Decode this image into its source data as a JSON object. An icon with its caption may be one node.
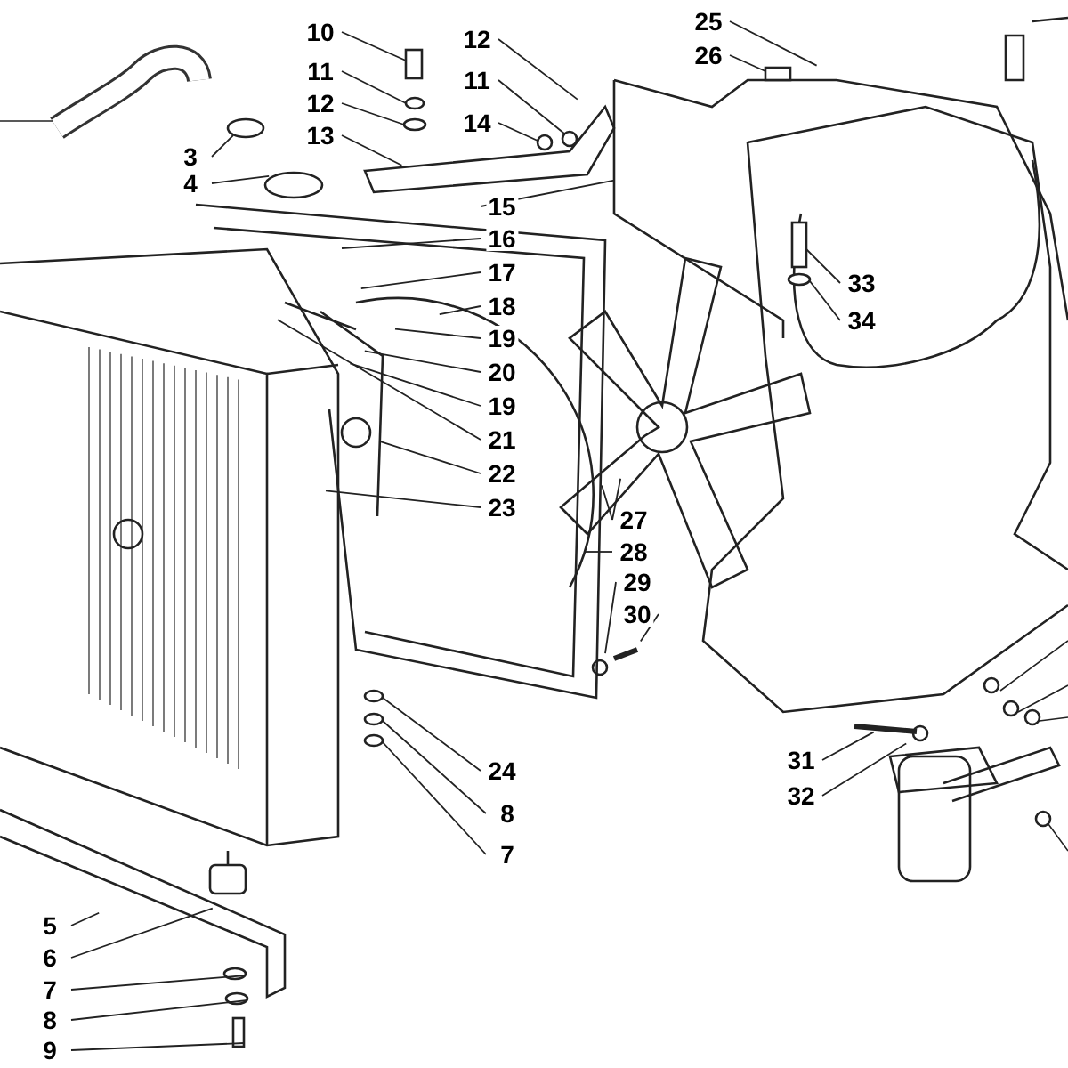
{
  "diagram": {
    "nodes": [
      {
        "text": [
          "10"
        ]
      },
      {
        "text": [
          "11"
        ]
      },
      {
        "text": [
          "12"
        ]
      },
      {
        "text": [
          "13"
        ]
      },
      {
        "text": [
          "3"
        ]
      },
      {
        "text": [
          "4"
        ]
      },
      {
        "text": [
          "12"
        ]
      },
      {
        "text": [
          "11"
        ]
      },
      {
        "text": [
          "14"
        ]
      },
      {
        "text": [
          "25"
        ]
      },
      {
        "text": [
          "26"
        ]
      },
      {
        "text": [
          "15"
        ]
      },
      {
        "text": [
          "16"
        ]
      },
      {
        "text": [
          "17"
        ]
      },
      {
        "text": [
          "18"
        ]
      },
      {
        "text": [
          "19"
        ]
      },
      {
        "text": [
          "20"
        ]
      },
      {
        "text": [
          "19"
        ]
      },
      {
        "text": [
          "21"
        ]
      },
      {
        "text": [
          "22"
        ]
      },
      {
        "text": [
          "23"
        ]
      },
      {
        "text": [
          "33"
        ]
      },
      {
        "text": [
          "34"
        ]
      },
      {
        "text": [
          "27"
        ]
      },
      {
        "text": [
          "28"
        ]
      },
      {
        "text": [
          "29"
        ]
      },
      {
        "text": [
          "30"
        ]
      },
      {
        "text": [
          "31"
        ]
      },
      {
        "text": [
          "32"
        ]
      },
      {
        "text": [
          "24"
        ]
      },
      {
        "text": [
          "8"
        ]
      },
      {
        "text": [
          "7"
        ]
      },
      {
        "text": [
          "5"
        ]
      },
      {
        "text": [
          "6"
        ]
      },
      {
        "text": [
          "7"
        ]
      },
      {
        "text": [
          "8"
        ]
      },
      {
        "text": [
          "9"
        ]
      },
      {
        "text": [],
        "shape": "box"
      },
      {
        "text": [],
        "shape": "circle"
      },
      {
        "text": [],
        "shape": "circle"
      },
      {
        "text": [],
        "shape": "circle"
      },
      {
        "text": [],
        "shape": "circle"
      },
      {
        "text": [],
        "shape": "circle"
      },
      {
        "text": [],
        "shape": "box"
      },
      {
        "text": [],
        "shape": "box"
      },
      {
        "text": [],
        "shape": "circle"
      },
      {
        "text": [],
        "shape": "circle"
      },
      {
        "text": [],
        "shape": "circle"
      },
      {
        "text": [],
        "shape": "circle"
      },
      {
        "text": [],
        "shape": "circle"
      },
      {
        "text": [],
        "shape": "circle"
      },
      {
        "text": [],
        "shape": "box"
      }
    ],
    "edges": [
      {
        "from": 0,
        "to": 37,
        "arrow": "none"
      },
      {
        "from": 1,
        "to": 38,
        "arrow": "none"
      },
      {
        "from": 2,
        "to": 39,
        "arrow": "none"
      },
      {
        "from": 3,
        "to": null,
        "arrow": "none"
      },
      {
        "from": 4,
        "to": 40,
        "arrow": "none"
      },
      {
        "from": 5,
        "to": null,
        "arrow": "none"
      },
      {
        "from": 6,
        "to": null,
        "arrow": "none"
      },
      {
        "from": 7,
        "to": 41,
        "arrow": "none"
      },
      {
        "from": 8,
        "to": 42,
        "arrow": "none"
      },
      {
        "from": 9,
        "to": null,
        "arrow": "none"
      },
      {
        "from": 10,
        "to": 43,
        "arrow": "none"
      },
      {
        "from": 11,
        "to": null,
        "arrow": "none"
      },
      {
        "from": 12,
        "to": null,
        "arrow": "none"
      },
      {
        "from": 13,
        "to": null,
        "arrow": "none"
      },
      {
        "from": 14,
        "to": null,
        "arrow": "none"
      },
      {
        "from": 15,
        "to": null,
        "arrow": "none"
      },
      {
        "from": 16,
        "to": null,
        "arrow": "none"
      },
      {
        "from": 17,
        "to": null,
        "arrow": "none"
      },
      {
        "from": 18,
        "to": null,
        "arrow": "none"
      },
      {
        "from": 19,
        "to": null,
        "arrow": "none"
      },
      {
        "from": 20,
        "to": null,
        "arrow": "none"
      },
      {
        "from": 21,
        "to": 44,
        "arrow": "none"
      },
      {
        "from": 22,
        "to": 45,
        "arrow": "none"
      },
      {
        "from": 23,
        "to": null,
        "arrow": "none"
      },
      {
        "from": 23,
        "to": null,
        "arrow": "none"
      },
      {
        "from": 24,
        "to": null,
        "arrow": "none"
      },
      {
        "from": 25,
        "to": null,
        "arrow": "none"
      },
      {
        "from": 26,
        "to": null,
        "arrow": "none"
      },
      {
        "from": 27,
        "to": null,
        "arrow": "none"
      },
      {
        "from": 28,
        "to": null,
        "arrow": "none"
      },
      {
        "from": 29,
        "to": 46,
        "arrow": "none"
      },
      {
        "from": 30,
        "to": 47,
        "arrow": "none"
      },
      {
        "from": 31,
        "to": 48,
        "arrow": "none"
      },
      {
        "from": 32,
        "to": null,
        "arrow": "none"
      },
      {
        "from": 33,
        "to": null,
        "arrow": "none"
      },
      {
        "from": 34,
        "to": 49,
        "arrow": "none"
      },
      {
        "from": 35,
        "to": 50,
        "arrow": "none"
      },
      {
        "from": 36,
        "to": 51,
        "arrow": "none"
      }
    ]
  }
}
